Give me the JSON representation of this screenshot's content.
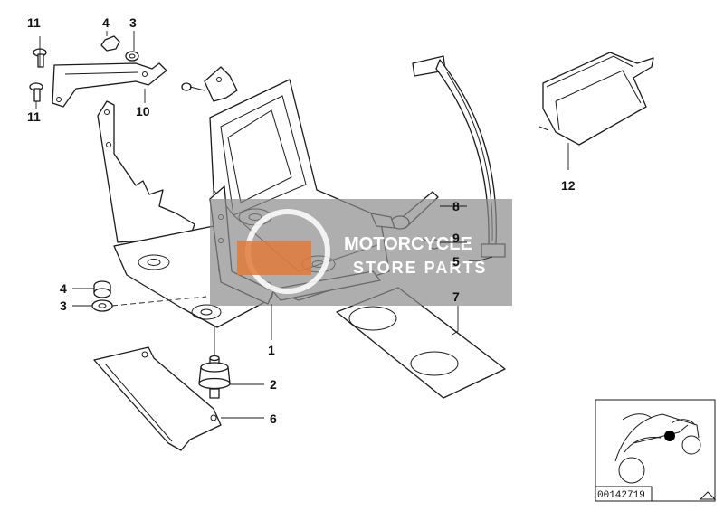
{
  "diagram_id": "00142719",
  "watermark": {
    "line1": "MOTORCYCLE",
    "line2": "STORE PARTS"
  },
  "callouts": {
    "c1": "1",
    "c2": "2",
    "c3a": "3",
    "c3b": "3",
    "c4a": "4",
    "c4b": "4",
    "c5": "5",
    "c6": "6",
    "c7": "7",
    "c8": "8",
    "c9": "9",
    "c10": "10",
    "c11a": "11",
    "c11b": "11",
    "c12": "12"
  },
  "colors": {
    "line": "#1a1a1a",
    "watermark_bg": "#8c8c8c",
    "watermark_accent": "#e07a3a",
    "thumbnail_dot": "#000000"
  }
}
